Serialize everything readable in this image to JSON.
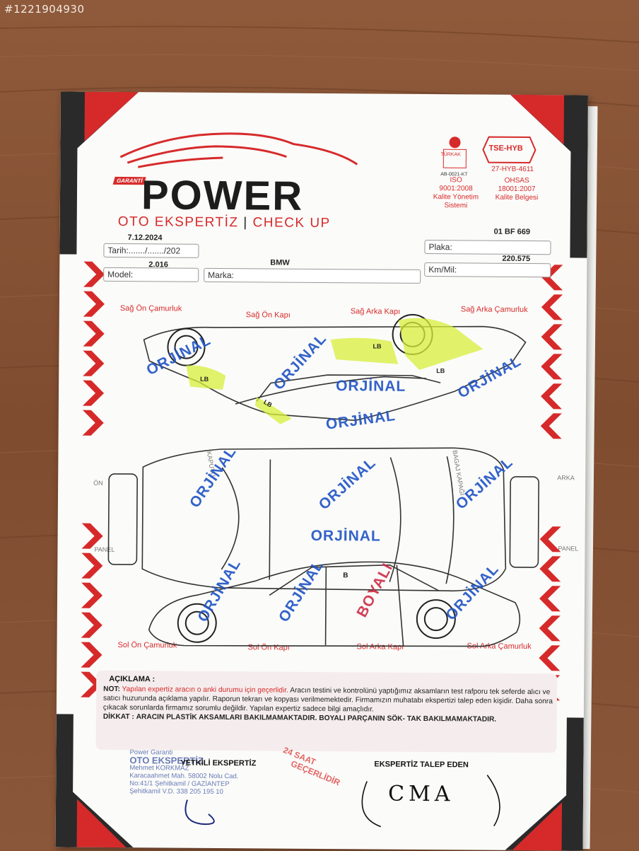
{
  "watermark": "#1221904930",
  "header": {
    "badge": "GARANTİ",
    "brand": "POWER",
    "subtitle_left": "OTO EKSPERTİZ",
    "subtitle_sep": "|",
    "subtitle_right": "CHECK UP"
  },
  "certificates": {
    "turkak": "TÜRKAK",
    "turkak_code": "AB-0021-KT",
    "tse": "TSE-HYB",
    "tse_code": "27-HYB-4611",
    "iso_line1": "ISO",
    "iso_line2": "9001:2008",
    "iso_line3": "Kalite Yönetim",
    "iso_line4": "Sistemi",
    "ohsas_line1": "OHSAS",
    "ohsas_line2": "18001:2007",
    "ohsas_line3": "Kalite Belgesi"
  },
  "form": {
    "date_label": "Tarih:......./......./202",
    "date_value": "7.12.2024",
    "model_label": "Model:",
    "model_value": "2.016",
    "brand_label": "Marka:",
    "brand_value": "BMW",
    "plate_label": "Plaka:",
    "plate_value": "01 BF 669",
    "km_label": "Km/Mil:",
    "km_value": "220.575"
  },
  "parts": {
    "sag_on_camurluk": "Sağ Ön Çamurluk",
    "sag_on_kapi": "Sağ Ön Kapı",
    "sag_arka_kapi": "Sağ Arka Kapı",
    "sag_arka_camurluk": "Sağ Arka Çamurluk",
    "sol_on_camurluk": "Sol Ön Çamurluk",
    "sol_on_kapi": "Sol Ön Kapı",
    "sol_arka_kapi": "Sol Arka Kapı",
    "sol_arka_camurluk": "Sol Arka Çamurluk",
    "on": "ÖN",
    "panel_left": "PANEL",
    "arka": "ARKA",
    "panel_right": "PANEL",
    "kaput": "KAPUTU",
    "bagaj": "BAGAJ KAPAĞI"
  },
  "stamps": {
    "orjinal": "ORJİNAL",
    "boyali": "BOYALI",
    "lb": "LB",
    "b": "B"
  },
  "footer": {
    "aciklama": "AÇIKLAMA :",
    "not_label": "NOT:",
    "not_red": "Yapılan expertiz aracın o anki durumu için geçerlidir.",
    "not_text": "Aracın testini ve kontrolünü yaptığımız aksamların test rafporu tek seferde alıcı ve satıcı huzurunda açıklama yapılır. Raporun tekrarı ve kopyası verilmemektedir. Firmamızın muhatabı ekspertizi talep eden kişidir. Daha sonra çıkacak sorunlarda firmamız sorumlu değildir. Yapılan expertiz sadece bilgi amaçlıdır.",
    "dikkat_label": "DİKKAT :",
    "dikkat_text": "ARACIN PLASTİK AKSAMLARI BAKILMAMAKTADIR. BOYALI PARÇANIN SÖK- TAK BAKILMAMAKTADIR.",
    "yetkili": "YETKİLİ EKSPERTİZ",
    "talep": "EKSPERTİZ TALEP EDEN",
    "signature": "CMA",
    "stamp_line1": "Power Garanti",
    "stamp_line2": "OTO EKSPERTİZ",
    "stamp_line3": "Mehmet KORKMAZ",
    "stamp_line4": "Karacaahmet Mah. 58002 Nolu Cad.",
    "stamp_line5": "No:41/1 Şehitkamil / GAZİANTEP",
    "stamp_line6": "Şehitkamil V.D. 338 205 195 10",
    "red_stamp1": "24 SAAT",
    "red_stamp2": "GEÇERLİDİR"
  }
}
